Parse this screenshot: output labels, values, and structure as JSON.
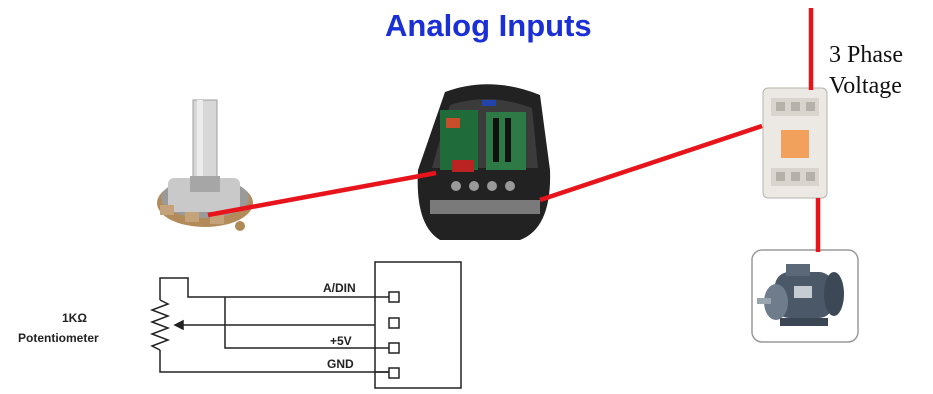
{
  "slide": {
    "title": "Analog Inputs",
    "phase_label": {
      "line1": "3 Phase",
      "line2": "Voltage"
    }
  },
  "schematic": {
    "potentiometer_value": "1KΩ",
    "potentiometer_label": "Potentiometer",
    "pins": [
      "A/DIN",
      "+5V",
      "GND"
    ]
  },
  "colors": {
    "title": "#1a2fd6",
    "wire": "#e8141c"
  },
  "icons": [
    "potentiometer-photo",
    "controller-board-photo",
    "contactor-photo",
    "motor-photo"
  ]
}
